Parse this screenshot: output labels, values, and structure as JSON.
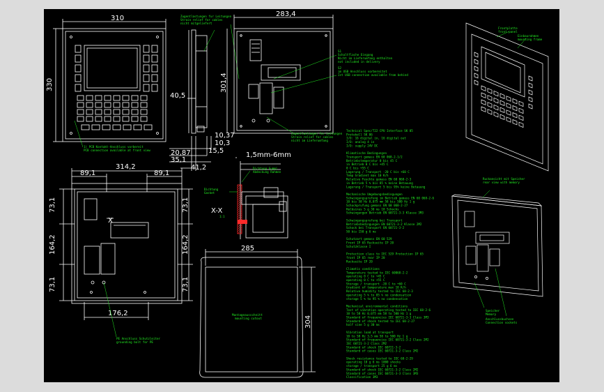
{
  "drawing": {
    "background": "#000000",
    "frame_color": "#dcdcdc",
    "line_color": "#ffffff",
    "note_color": "#22ee22",
    "highlight_color": "#ff2a2a"
  },
  "dimensions": {
    "front_width": "310",
    "front_height": "330",
    "panel_width": "283,4",
    "panel_height": "301,4",
    "side_depth": "40,5",
    "d_1037": "10,37",
    "d_103": "10,3",
    "d_2087": "20,87",
    "d_351": "35,1",
    "d_412": "41,2",
    "d_155": "15,5",
    "thickness": "1,5mm-6mm",
    "cut_width": "314,2",
    "cut_left": "89,1",
    "cut_right": "89,1",
    "cut_731_top": "73,1",
    "cut_1642": "164,2",
    "cut_731_bottom": "73,1",
    "cut_r_731_top": "73,1",
    "cut_r_1642": "164,2",
    "cut_r_731_bottom": "73,1",
    "cut_bottom": "176,2",
    "cutout_width": "285",
    "cutout_height": "304",
    "section": "X-X",
    "section_scale": "1:1",
    "section_mark": "X"
  },
  "labels": {
    "front_note": [
      "1) PCB Kontakt-Anschluss vorbereit",
      "   PCB connection available at front view"
    ],
    "side_note": [
      "Zugentlastungen fur Leitungen",
      "Strain relief for cables",
      "nicht mitgeliefert"
    ],
    "back_note_top": [
      "S1",
      "Schaltflache Eingang",
      "Nicht im Lieferumfang enthalten",
      "not included in delivery",
      "S2",
      "im USB Anschluss vorbereitet",
      "Ist USB connection available from behind"
    ],
    "back_note_bottom": [
      "Zugentlastungen fur Leitungen",
      "Strain relief for cables",
      "nicht im Lieferumfang"
    ],
    "section_notes": [
      "Dichtung Gummi",
      "Abdeckung Rahmen"
    ],
    "section_left": [
      "Dichtung",
      "Gasket"
    ],
    "cut_note": [
      "PE Anschluss Schutzleiter",
      "grounding bolt for PE"
    ],
    "cutout_label": [
      "Montageausschnitt",
      "mounting cutout"
    ],
    "iso_top": [
      "Frontplatte",
      "front panel",
      "Einbaurahmen",
      "mounting frame"
    ],
    "iso_bottom_top": [
      "Ruckansicht mit Speicher",
      "rear view with memory"
    ],
    "iso_bottom_bot": [
      "Speicher",
      "Memory",
      "Anschlussbuchsen",
      "Connection sockets"
    ]
  },
  "specs": [
    "Technical Spec/T22 CPU  Interface SK 05",
    "                        Protokoll SK 06",
    "   I/O: 16 digital in, 16 digital out",
    "   I/O: analog 4 in",
    "   I/O: supply 24V DC",
    "",
    "Klimatische Bedingungen",
    "Transport gemass EN 60 068-2-1/2",
    "Betriebstemperatur 0 bis 45 C",
    "  in Betrieb   0 C  bis +45 C",
    "               0 C  bis +55 C",
    "Lagerung / Transport  -20 C bis +60 C",
    "Temp Gradient  max 10 K/h",
    "Relative Feuchte gemass EN 60 068-2-3",
    "  in Betrieb  5 %  bis 85 %  keine Betauung",
    "Lagerung / Transport 5 bis 95% keine Betauung",
    "",
    "Mechanische Umgebungsbedingungen",
    "Schwingungsprufung im Betrieb gemass EN 60 068-2-6",
    "   10 bis 58 Hz  0,075 mm  58 bis 500 Hz  1 g",
    "Schockprufung gemass EN 60 068-2-27",
    "   Halbsinus 5 g  30 ms  18 Schocks",
    "Schwingungen Betrieb EN 60721-3-3 Klasse 3M3",
    "",
    "Schwingungsprufung bei Transport",
    "Betriebsbedingungen EN 60721-3-2  Klasse 2M2",
    "Schock bei Transport EN 60721-3-2",
    "   50 bis 150 g  6 ms",
    "",
    "Schutzart gemass EN 60 529",
    "   Front IP 65  Ruckseite IP 20",
    "Schutzklasse I",
    "",
    "Protection class to IEC 529  Protection IP 65",
    "   front IP 65  rear IP 20",
    "   Ruckseite IP 20",
    "",
    "Climatic conditions",
    "Temperature tested to IEC 60068-2-2",
    "   operating   0 C  to +45 C",
    "   operating   0 C  to +55 C",
    "Storage / transport   -20 C to +60 C",
    "Gradient of temperature max 10 K/h",
    "Relative humidity tested to IEC 68-2-3",
    "   operating 5 % to 85 % no condensation",
    "   storage 5 % to 95 % no condensation",
    "",
    "Mechanical environmental conditions",
    "Test of vibration operating tested to IEC 68-2-6",
    "   10 to 58 Hz  0,075 mm  58 to 500 Hz  1 g",
    "Standard of frequencies IEC 60721-3-3 Class 3M3",
    "Standard of shock  tested to IEC 68-2-27",
    "   half sine 5 g  30 ms",
    "",
    "Vibration load at transport",
    "   10 to 58 Hz  3,5 mm  58 to 500 Hz  1 g",
    "Standard of frequencies IEC 60721-3-2 Class 2M2",
    "   IEC 60721-3-2 Class 2M2",
    "Standard of shock  IEC 60721-3-2",
    "Standard of cases  IEC 60721-3-2  Class 2M2",
    "",
    "Shock resistance tested to IEC 68-2-29",
    "   operating 10 g  6 ms  1000 shocks",
    "   storage / transport 25 g  6 ms",
    "Standard of shock  IEC 60721-3-2  Class 2M2",
    "Standard of cases  IEC 60721-3-3  Class 3M3",
    "Classification 3M3"
  ]
}
